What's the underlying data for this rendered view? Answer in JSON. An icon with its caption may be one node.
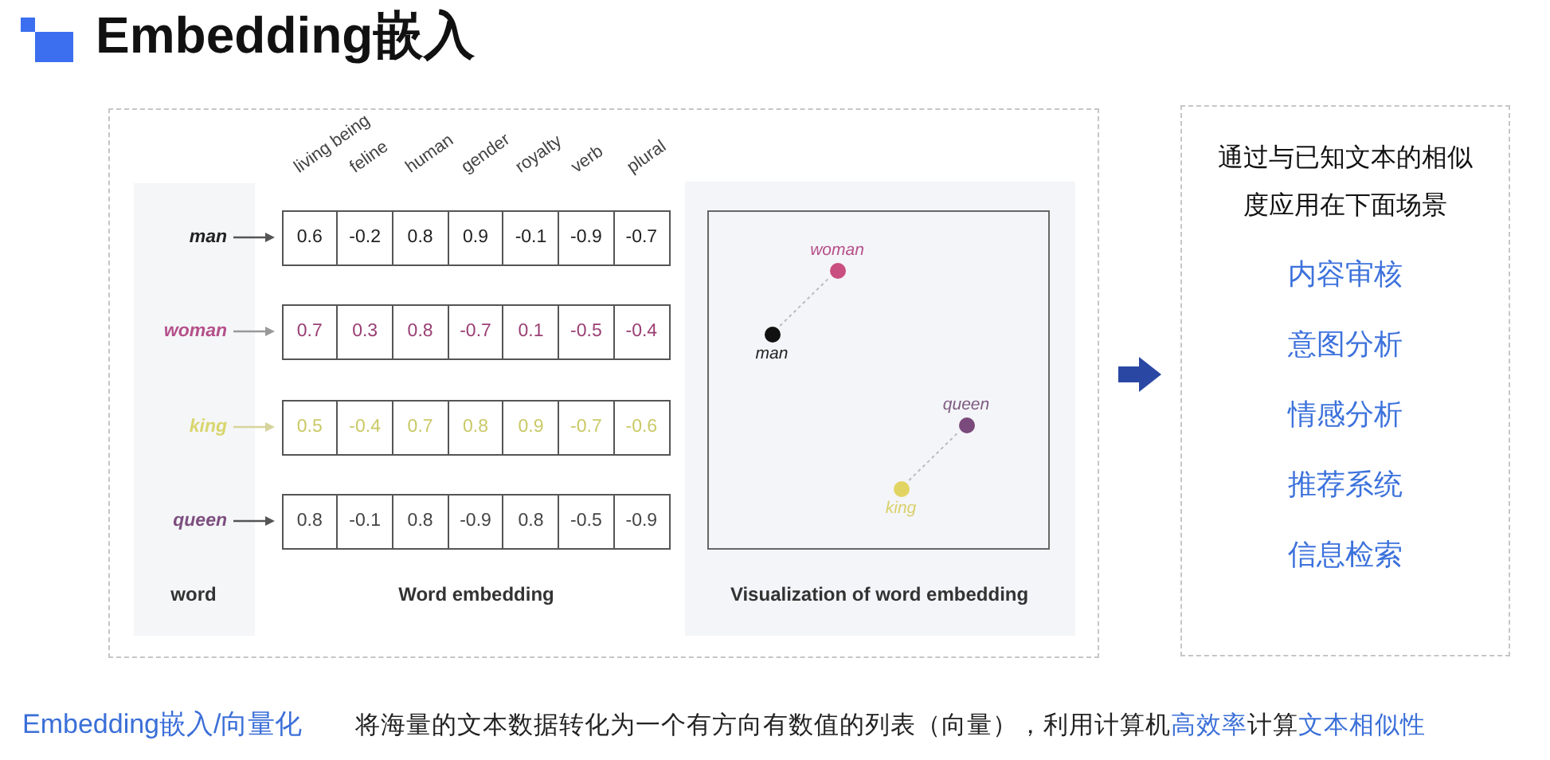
{
  "diagram": {
    "title": "Embedding嵌入",
    "nodes": [
      {
        "text": [],
        "shape": "box"
      },
      {
        "text": [
          "word"
        ],
        "in": 0
      },
      {
        "text": [
          "man"
        ],
        "in": 1
      },
      {
        "text": [
          "woman"
        ],
        "in": 1
      },
      {
        "text": [
          "king"
        ],
        "in": 1
      },
      {
        "text": [
          "queen"
        ],
        "in": 1
      },
      {
        "text": [
          "0.6",
          "-0.2",
          "0.8",
          "0.9",
          "-0.1",
          "-0.9",
          "-0.7"
        ],
        "in": 0
      },
      {
        "text": [
          "0.7",
          "0.3",
          "0.8",
          "-0.7",
          "0.1",
          "-0.5",
          "-0.4"
        ],
        "in": 0
      },
      {
        "text": [
          "0.5",
          "-0.4",
          "0.7",
          "0.8",
          "0.9",
          "-0.7",
          "-0.6"
        ],
        "in": 0
      },
      {
        "text": [
          "0.8",
          "-0.1",
          "0.8",
          "-0.9",
          "0.8",
          "-0.5",
          "-0.9"
        ],
        "in": 0
      },
      {
        "text": [
          "Visualization of word embedding"
        ],
        "in": 0
      },
      {
        "text": [],
        "shape": "box",
        "in": 10
      },
      {
        "text": [
          "woman"
        ],
        "in": 11
      },
      {
        "text": [
          "man"
        ],
        "in": 11
      },
      {
        "text": [
          "queen"
        ],
        "in": 11
      },
      {
        "text": [
          "king"
        ],
        "in": 11
      },
      {
        "text": [
          "通过与已知文本的相似度应用在下面场景",
          "内容审核",
          "意图分析",
          "情感分析",
          "推荐系统",
          "信息检索"
        ]
      }
    ],
    "edges": [
      {
        "from": 2,
        "to": 6,
        "arrow": "to"
      },
      {
        "from": 3,
        "to": 7,
        "arrow": "to",
        "color": "#999999"
      },
      {
        "from": 4,
        "to": 8,
        "arrow": "to",
        "color": "#d6d49c"
      },
      {
        "from": 5,
        "to": 9,
        "arrow": "to"
      },
      {
        "from": 13,
        "to": 12,
        "arrow": "none",
        "style": "dashed",
        "color": "#bbbbc2"
      },
      {
        "from": 15,
        "to": 14,
        "arrow": "none",
        "style": "dashed",
        "color": "#bbbbc2"
      },
      {
        "from": 0,
        "to": 16,
        "arrow": "to",
        "style": "thick",
        "color": "#2a47a3"
      }
    ],
    "labels": [
      "living being",
      "feline",
      "human",
      "gender",
      "royalty",
      "verb",
      "plural",
      "Word embedding",
      "Embedding嵌入/向量化",
      "将海量的文本数据转化为一个有方向有数值的列表（向量），利用计算机**高效率**计算**文本相似性**"
    ]
  }
}
